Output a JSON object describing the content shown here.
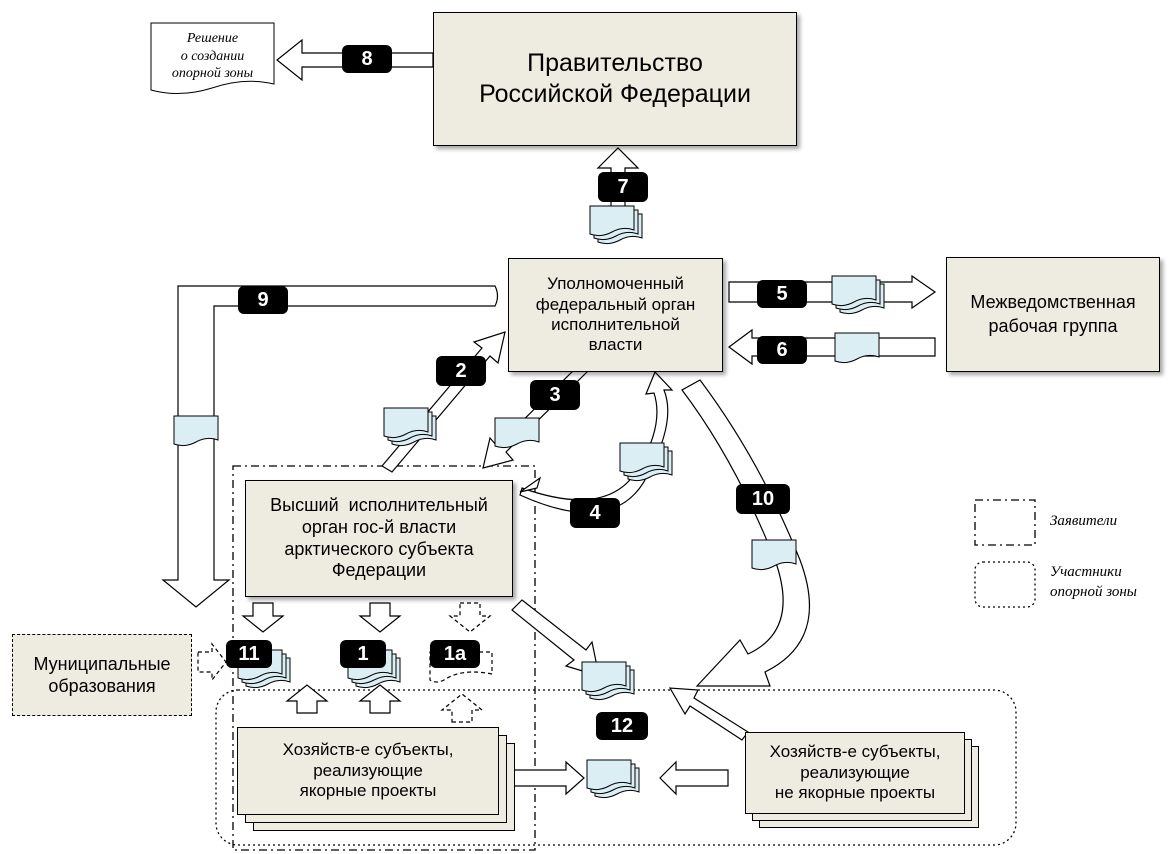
{
  "government": {
    "line1": "Правительство",
    "line2": "Российской Федерации"
  },
  "decision_doc": {
    "line1": "Решение",
    "line2": "о создании",
    "line3": "опорной зоны"
  },
  "federal_body": {
    "line1": "Уполномоченный",
    "line2": "федеральный орган",
    "line3": "исполнительной",
    "line4": "власти"
  },
  "working_group": {
    "line1": "Межведомственная",
    "line2": "рабочая группа"
  },
  "regional_body": {
    "line1": "Высший  исполнительный",
    "line2": "орган гос-й власти",
    "line3": "арктического субъекта",
    "line4": "Федерации"
  },
  "municipal": {
    "line1": "Муниципальные",
    "line2": "образования"
  },
  "anchor_entities": {
    "line1": "Хозяйств-е субъекты,",
    "line2": "реализующие",
    "line3": "якорные проекты"
  },
  "other_entities": {
    "line1": "Хозяйств-е субъекты,",
    "line2": "реализующие",
    "line3": "не якорные проекты"
  },
  "legend": {
    "applicants": "Заявители",
    "participants_line1": "Участники",
    "participants_line2": "опорной зоны"
  },
  "steps": {
    "s1": "1",
    "s1a": "1а",
    "s2": "2",
    "s3": "3",
    "s4": "4",
    "s5": "5",
    "s6": "6",
    "s7": "7",
    "s8": "8",
    "s9": "9",
    "s10": "10",
    "s11": "11",
    "s12": "12"
  },
  "colors": {
    "box_fill": "#eeece1",
    "doc_fill": "#dbeef4",
    "badge_fill": "#000000",
    "badge_text": "#ffffff"
  }
}
